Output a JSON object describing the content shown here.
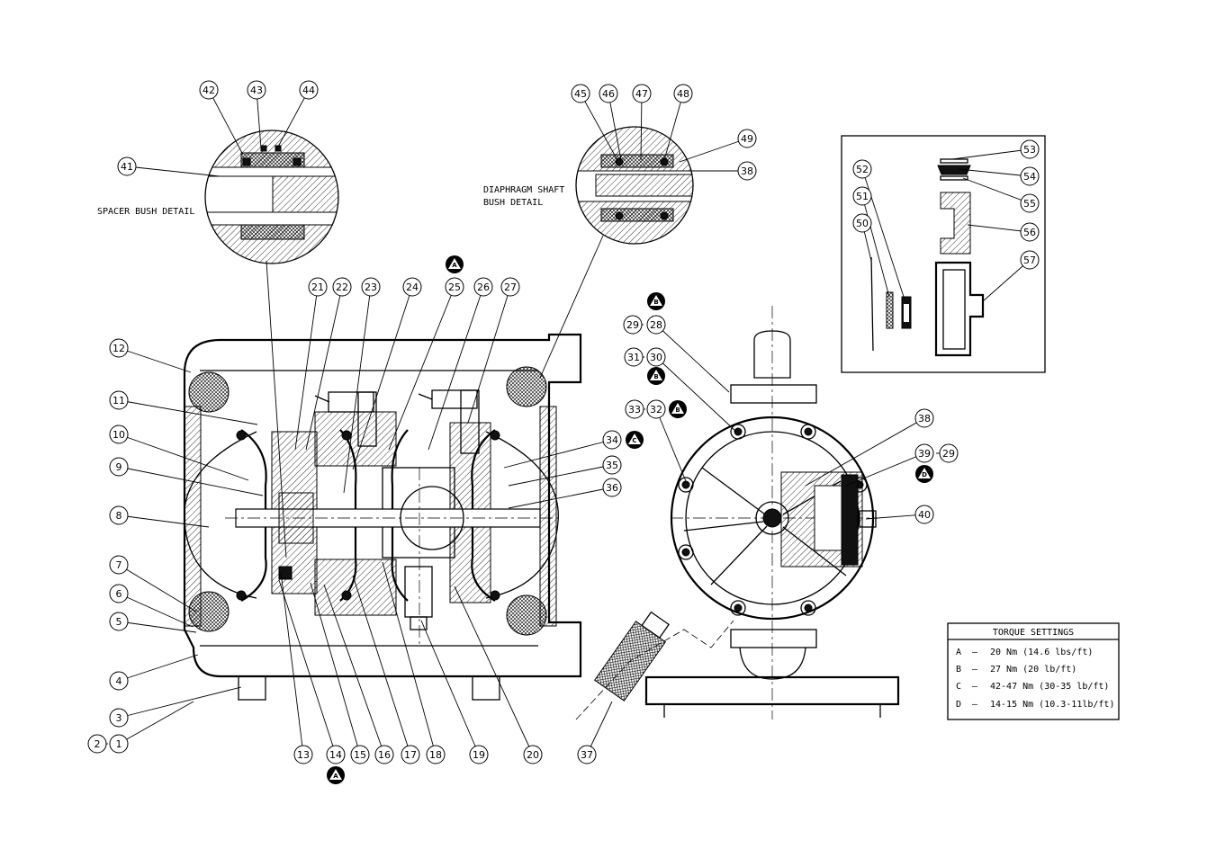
{
  "detail_labels": {
    "spacer_bush": "SPACER BUSH DETAIL",
    "diaphragm_shaft_line1": "DIAPHRAGM SHAFT",
    "diaphragm_shaft_line2": "BUSH DETAIL"
  },
  "torque_table": {
    "title": "TORQUE SETTINGS",
    "rows": [
      {
        "key": "A",
        "dash": "–",
        "value": "20 Nm (14.6 lbs/ft)"
      },
      {
        "key": "B",
        "dash": "–",
        "value": "27 Nm (20 lb/ft)"
      },
      {
        "key": "C",
        "dash": "–",
        "value": "42-47 Nm (30-35 lb/ft)"
      },
      {
        "key": "D",
        "dash": "–",
        "value": "14-15 Nm (10.3-11lb/ft)"
      }
    ]
  },
  "callouts": [
    "1",
    "2",
    "3",
    "4",
    "5",
    "6",
    "7",
    "8",
    "9",
    "10",
    "11",
    "12",
    "13",
    "14",
    "15",
    "16",
    "17",
    "18",
    "19",
    "20",
    "21",
    "22",
    "23",
    "24",
    "25",
    "26",
    "27",
    "28",
    "29",
    "30",
    "31",
    "32",
    "33",
    "34",
    "35",
    "36",
    "37",
    "38",
    "39",
    "40",
    "41",
    "42",
    "43",
    "44",
    "45",
    "46",
    "47",
    "48",
    "49",
    "50",
    "51",
    "52",
    "53",
    "54",
    "55",
    "56",
    "57"
  ],
  "torque_tags": [
    "A",
    "B",
    "C",
    "D"
  ]
}
